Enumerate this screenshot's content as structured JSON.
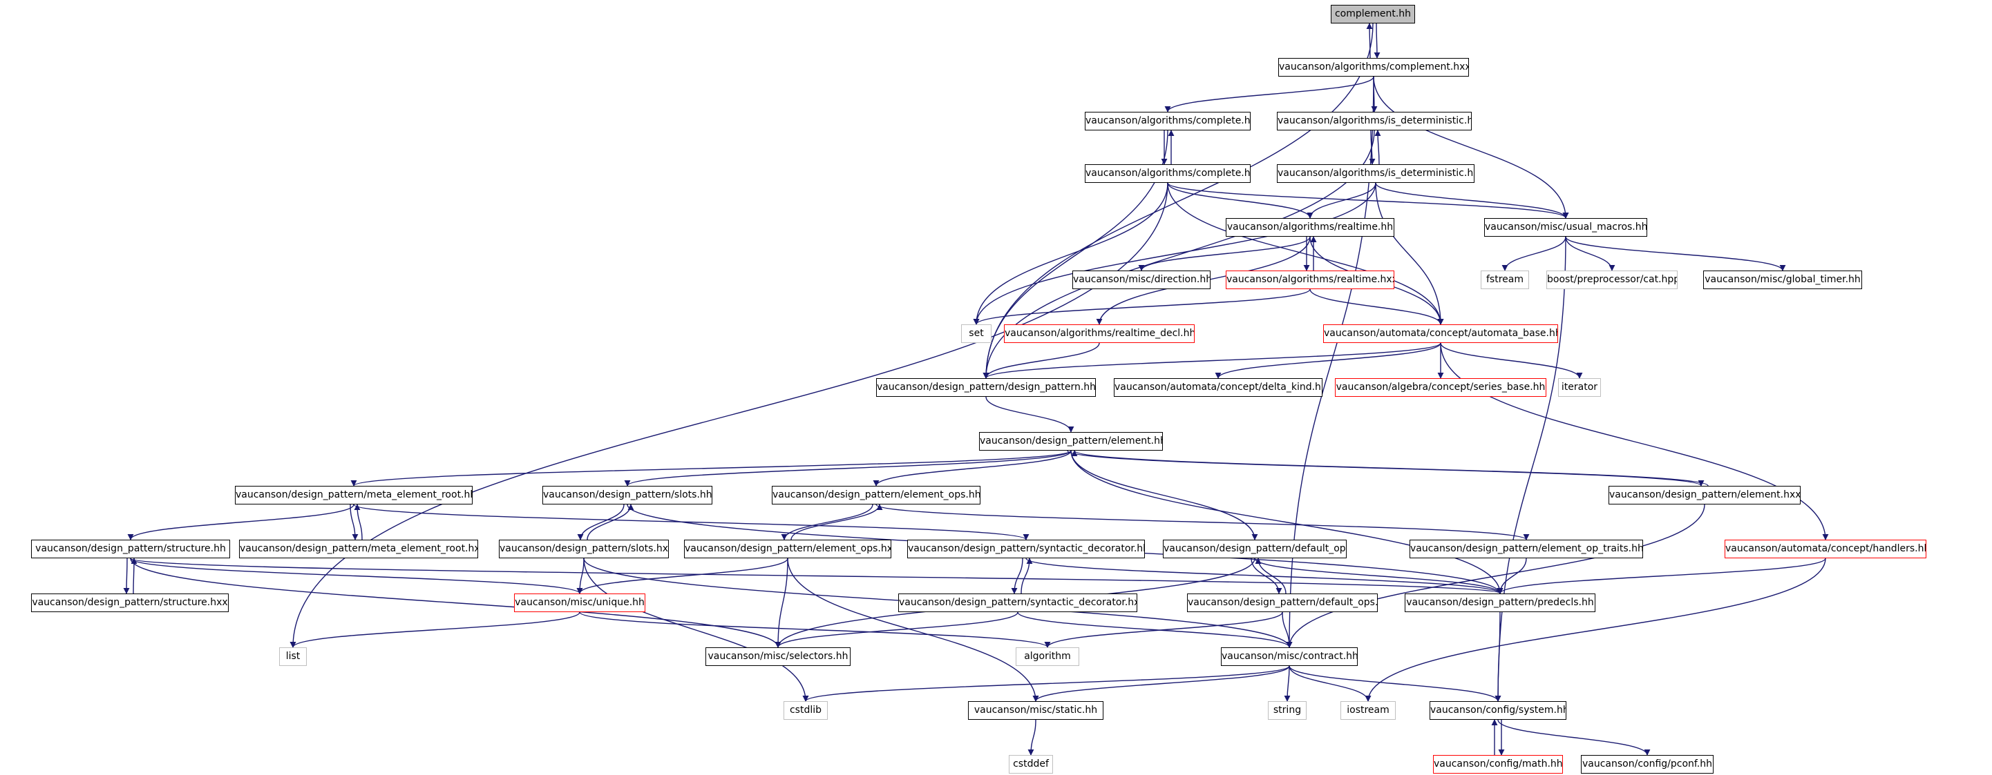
{
  "graph": {
    "colors": {
      "edge": "#191970",
      "red_border": "#ff0000",
      "gray_border": "#bfbfbf",
      "root_fill": "#bfbfbf"
    },
    "nodes": [
      {
        "id": "complement_hh",
        "label": "complement.hh",
        "style": "root"
      },
      {
        "id": "alg_complement_hxx",
        "label": "vaucanson/algorithms/complement.hxx",
        "style": "normal"
      },
      {
        "id": "alg_complete_hh",
        "label": "vaucanson/algorithms/complete.hh",
        "style": "normal"
      },
      {
        "id": "alg_isdet_hh",
        "label": "vaucanson/algorithms/is_deterministic.hh",
        "style": "normal"
      },
      {
        "id": "alg_complete_hxx",
        "label": "vaucanson/algorithms/complete.hxx",
        "style": "normal"
      },
      {
        "id": "alg_isdet_hxx",
        "label": "vaucanson/algorithms/is_deterministic.hxx",
        "style": "normal"
      },
      {
        "id": "alg_realtime_hh",
        "label": "vaucanson/algorithms/realtime.hh",
        "style": "normal"
      },
      {
        "id": "misc_usual_macros",
        "label": "vaucanson/misc/usual_macros.hh",
        "style": "normal"
      },
      {
        "id": "fstream",
        "label": "fstream",
        "style": "gray"
      },
      {
        "id": "boost_cat",
        "label": "boost/preprocessor/cat.hpp",
        "style": "gray"
      },
      {
        "id": "misc_global_timer",
        "label": "vaucanson/misc/global_timer.hh",
        "style": "normal"
      },
      {
        "id": "misc_direction",
        "label": "vaucanson/misc/direction.hh",
        "style": "normal"
      },
      {
        "id": "alg_realtime_hxx",
        "label": "vaucanson/algorithms/realtime.hxx",
        "style": "red"
      },
      {
        "id": "set",
        "label": "set",
        "style": "gray"
      },
      {
        "id": "alg_realtime_decl",
        "label": "vaucanson/algorithms/realtime_decl.hh",
        "style": "red"
      },
      {
        "id": "aut_automata_base",
        "label": "vaucanson/automata/concept/automata_base.hh",
        "style": "red"
      },
      {
        "id": "dp_design_pattern",
        "label": "vaucanson/design_pattern/design_pattern.hh",
        "style": "normal"
      },
      {
        "id": "aut_delta_kind",
        "label": "vaucanson/automata/concept/delta_kind.hh",
        "style": "normal"
      },
      {
        "id": "alg_series_base",
        "label": "vaucanson/algebra/concept/series_base.hh",
        "style": "red"
      },
      {
        "id": "iterator",
        "label": "iterator",
        "style": "gray"
      },
      {
        "id": "dp_element_hh",
        "label": "vaucanson/design_pattern/element.hh",
        "style": "normal"
      },
      {
        "id": "dp_meta_root_hh",
        "label": "vaucanson/design_pattern/meta_element_root.hh",
        "style": "normal"
      },
      {
        "id": "dp_slots_hh",
        "label": "vaucanson/design_pattern/slots.hh",
        "style": "normal"
      },
      {
        "id": "dp_element_ops_hh",
        "label": "vaucanson/design_pattern/element_ops.hh",
        "style": "normal"
      },
      {
        "id": "dp_element_hxx",
        "label": "vaucanson/design_pattern/element.hxx",
        "style": "normal"
      },
      {
        "id": "dp_structure_hh",
        "label": "vaucanson/design_pattern/structure.hh",
        "style": "normal"
      },
      {
        "id": "dp_meta_root_hxx",
        "label": "vaucanson/design_pattern/meta_element_root.hxx",
        "style": "normal"
      },
      {
        "id": "dp_slots_hxx",
        "label": "vaucanson/design_pattern/slots.hxx",
        "style": "normal"
      },
      {
        "id": "dp_element_ops_hxx",
        "label": "vaucanson/design_pattern/element_ops.hxx",
        "style": "normal"
      },
      {
        "id": "dp_syn_dec_hh",
        "label": "vaucanson/design_pattern/syntactic_decorator.hh",
        "style": "normal"
      },
      {
        "id": "dp_default_ops_hh",
        "label": "vaucanson/design_pattern/default_ops.hh",
        "style": "normal"
      },
      {
        "id": "dp_element_op_traits",
        "label": "vaucanson/design_pattern/element_op_traits.hh",
        "style": "normal"
      },
      {
        "id": "aut_handlers",
        "label": "vaucanson/automata/concept/handlers.hh",
        "style": "red"
      },
      {
        "id": "dp_structure_hxx",
        "label": "vaucanson/design_pattern/structure.hxx",
        "style": "normal"
      },
      {
        "id": "misc_unique",
        "label": "vaucanson/misc/unique.hh",
        "style": "red"
      },
      {
        "id": "dp_syn_dec_hxx",
        "label": "vaucanson/design_pattern/syntactic_decorator.hxx",
        "style": "normal"
      },
      {
        "id": "dp_default_ops_hxx",
        "label": "vaucanson/design_pattern/default_ops.hxx",
        "style": "normal"
      },
      {
        "id": "dp_predecls",
        "label": "vaucanson/design_pattern/predecls.hh",
        "style": "normal"
      },
      {
        "id": "list",
        "label": "list",
        "style": "gray"
      },
      {
        "id": "misc_selectors",
        "label": "vaucanson/misc/selectors.hh",
        "style": "normal"
      },
      {
        "id": "algorithm",
        "label": "algorithm",
        "style": "gray"
      },
      {
        "id": "misc_contract",
        "label": "vaucanson/misc/contract.hh",
        "style": "normal"
      },
      {
        "id": "cstdlib",
        "label": "cstdlib",
        "style": "gray"
      },
      {
        "id": "misc_static",
        "label": "vaucanson/misc/static.hh",
        "style": "normal"
      },
      {
        "id": "string",
        "label": "string",
        "style": "gray"
      },
      {
        "id": "iostream",
        "label": "iostream",
        "style": "gray"
      },
      {
        "id": "cfg_system",
        "label": "vaucanson/config/system.hh",
        "style": "normal"
      },
      {
        "id": "cstddef",
        "label": "cstddef",
        "style": "gray"
      },
      {
        "id": "cfg_math",
        "label": "vaucanson/config/math.hh",
        "style": "red"
      },
      {
        "id": "cfg_pconf",
        "label": "vaucanson/config/pconf.hh",
        "style": "normal"
      }
    ],
    "edges": [
      [
        "complement_hh",
        "alg_complement_hxx"
      ],
      [
        "alg_complement_hxx",
        "complement_hh"
      ],
      [
        "complement_hh",
        "dp_design_pattern"
      ],
      [
        "alg_complement_hxx",
        "alg_complete_hh"
      ],
      [
        "alg_complement_hxx",
        "alg_isdet_hh"
      ],
      [
        "alg_complement_hxx",
        "misc_usual_macros"
      ],
      [
        "alg_complement_hxx",
        "misc_contract"
      ],
      [
        "alg_complete_hh",
        "alg_complete_hxx"
      ],
      [
        "alg_complete_hxx",
        "alg_complete_hh"
      ],
      [
        "alg_complete_hh",
        "dp_design_pattern"
      ],
      [
        "alg_isdet_hh",
        "alg_isdet_hxx"
      ],
      [
        "alg_isdet_hxx",
        "alg_isdet_hh"
      ],
      [
        "alg_isdet_hh",
        "dp_design_pattern"
      ],
      [
        "alg_complete_hxx",
        "list"
      ],
      [
        "alg_complete_hxx",
        "set"
      ],
      [
        "alg_complete_hxx",
        "alg_realtime_hh"
      ],
      [
        "alg_complete_hxx",
        "aut_automata_base"
      ],
      [
        "alg_complete_hxx",
        "misc_usual_macros"
      ],
      [
        "alg_isdet_hxx",
        "set"
      ],
      [
        "alg_isdet_hxx",
        "alg_realtime_hh"
      ],
      [
        "alg_isdet_hxx",
        "misc_usual_macros"
      ],
      [
        "alg_isdet_hxx",
        "aut_automata_base"
      ],
      [
        "alg_realtime_hh",
        "misc_direction"
      ],
      [
        "alg_realtime_hh",
        "alg_realtime_hxx"
      ],
      [
        "alg_realtime_hxx",
        "alg_realtime_hh"
      ],
      [
        "alg_realtime_hh",
        "alg_realtime_decl"
      ],
      [
        "alg_realtime_hh",
        "aut_automata_base"
      ],
      [
        "alg_realtime_hxx",
        "set"
      ],
      [
        "alg_realtime_hxx",
        "aut_automata_base"
      ],
      [
        "misc_usual_macros",
        "fstream"
      ],
      [
        "misc_usual_macros",
        "boost_cat"
      ],
      [
        "misc_usual_macros",
        "misc_global_timer"
      ],
      [
        "misc_usual_macros",
        "cfg_system"
      ],
      [
        "alg_realtime_decl",
        "dp_design_pattern"
      ],
      [
        "aut_automata_base",
        "dp_design_pattern"
      ],
      [
        "aut_automata_base",
        "aut_delta_kind"
      ],
      [
        "aut_automata_base",
        "alg_series_base"
      ],
      [
        "aut_automata_base",
        "iterator"
      ],
      [
        "aut_automata_base",
        "aut_handlers"
      ],
      [
        "dp_design_pattern",
        "dp_element_hh"
      ],
      [
        "dp_element_hh",
        "dp_meta_root_hh"
      ],
      [
        "dp_element_hh",
        "dp_slots_hh"
      ],
      [
        "dp_element_hh",
        "dp_element_ops_hh"
      ],
      [
        "dp_element_hh",
        "dp_element_hxx"
      ],
      [
        "dp_element_hxx",
        "dp_element_hh"
      ],
      [
        "dp_element_hh",
        "dp_default_ops_hh"
      ],
      [
        "dp_element_hh",
        "dp_predecls"
      ],
      [
        "dp_meta_root_hh",
        "dp_structure_hh"
      ],
      [
        "dp_meta_root_hh",
        "dp_meta_root_hxx"
      ],
      [
        "dp_meta_root_hxx",
        "dp_meta_root_hh"
      ],
      [
        "dp_meta_root_hh",
        "dp_syn_dec_hh"
      ],
      [
        "dp_slots_hh",
        "dp_slots_hxx"
      ],
      [
        "dp_slots_hxx",
        "dp_slots_hh"
      ],
      [
        "dp_slots_hh",
        "dp_predecls"
      ],
      [
        "dp_element_ops_hh",
        "dp_element_ops_hxx"
      ],
      [
        "dp_element_ops_hxx",
        "dp_element_ops_hh"
      ],
      [
        "dp_element_ops_hh",
        "dp_element_op_traits"
      ],
      [
        "dp_element_hxx",
        "misc_contract"
      ],
      [
        "dp_structure_hh",
        "dp_structure_hxx"
      ],
      [
        "dp_structure_hxx",
        "dp_structure_hh"
      ],
      [
        "dp_structure_hh",
        "misc_unique"
      ],
      [
        "dp_structure_hh",
        "misc_selectors"
      ],
      [
        "dp_structure_hh",
        "dp_predecls"
      ],
      [
        "dp_slots_hxx",
        "misc_unique"
      ],
      [
        "dp_slots_hxx",
        "cstdlib"
      ],
      [
        "dp_slots_hxx",
        "misc_contract"
      ],
      [
        "dp_element_ops_hxx",
        "misc_unique"
      ],
      [
        "dp_element_ops_hxx",
        "misc_selectors"
      ],
      [
        "dp_element_ops_hxx",
        "misc_static"
      ],
      [
        "dp_syn_dec_hh",
        "dp_syn_dec_hxx"
      ],
      [
        "dp_syn_dec_hxx",
        "dp_syn_dec_hh"
      ],
      [
        "dp_syn_dec_hh",
        "dp_predecls"
      ],
      [
        "dp_default_ops_hh",
        "dp_default_ops_hxx"
      ],
      [
        "dp_default_ops_hxx",
        "dp_default_ops_hh"
      ],
      [
        "dp_default_ops_hh",
        "misc_selectors"
      ],
      [
        "dp_default_ops_hh",
        "dp_predecls"
      ],
      [
        "dp_element_op_traits",
        "dp_predecls"
      ],
      [
        "aut_handlers",
        "dp_predecls"
      ],
      [
        "aut_handlers",
        "iostream"
      ],
      [
        "misc_unique",
        "list"
      ],
      [
        "misc_unique",
        "algorithm"
      ],
      [
        "dp_syn_dec_hxx",
        "misc_selectors"
      ],
      [
        "dp_syn_dec_hxx",
        "misc_contract"
      ],
      [
        "dp_default_ops_hxx",
        "algorithm"
      ],
      [
        "dp_default_ops_hxx",
        "misc_contract"
      ],
      [
        "dp_predecls",
        "cfg_system"
      ],
      [
        "misc_contract",
        "cstdlib"
      ],
      [
        "misc_contract",
        "misc_static"
      ],
      [
        "misc_contract",
        "string"
      ],
      [
        "misc_contract",
        "iostream"
      ],
      [
        "misc_contract",
        "cfg_system"
      ],
      [
        "misc_static",
        "cstddef"
      ],
      [
        "cfg_system",
        "cfg_math"
      ],
      [
        "cfg_math",
        "cfg_system"
      ],
      [
        "cfg_system",
        "cfg_pconf"
      ]
    ]
  }
}
